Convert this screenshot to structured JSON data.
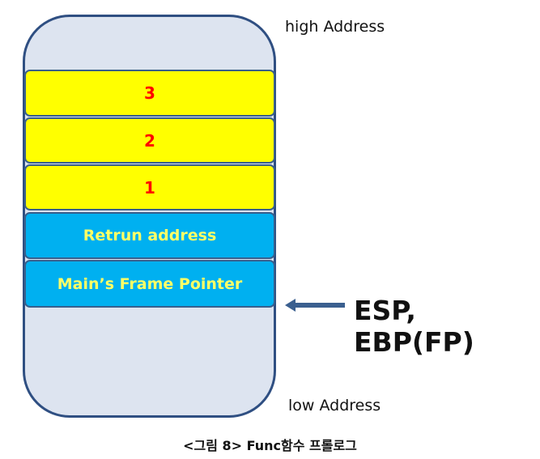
{
  "labels": {
    "high_address": "high Address",
    "low_address": "low Address",
    "pointer": "ESP, EBP(FP)",
    "caption": "<그림 8> Func함수 프롤로그"
  },
  "stack": {
    "frames": [
      {
        "text": "3"
      },
      {
        "text": "2"
      },
      {
        "text": "1"
      },
      {
        "text": "Retrun address"
      },
      {
        "text": "Main’s Frame Pointer"
      }
    ]
  },
  "colors": {
    "argument_fill": "#ffff00",
    "argument_text": "#ff0000",
    "control_fill": "#00b0f0",
    "control_text": "#ffff66",
    "stack_fill": "#dde4f0",
    "outline": "#2f4f82"
  }
}
